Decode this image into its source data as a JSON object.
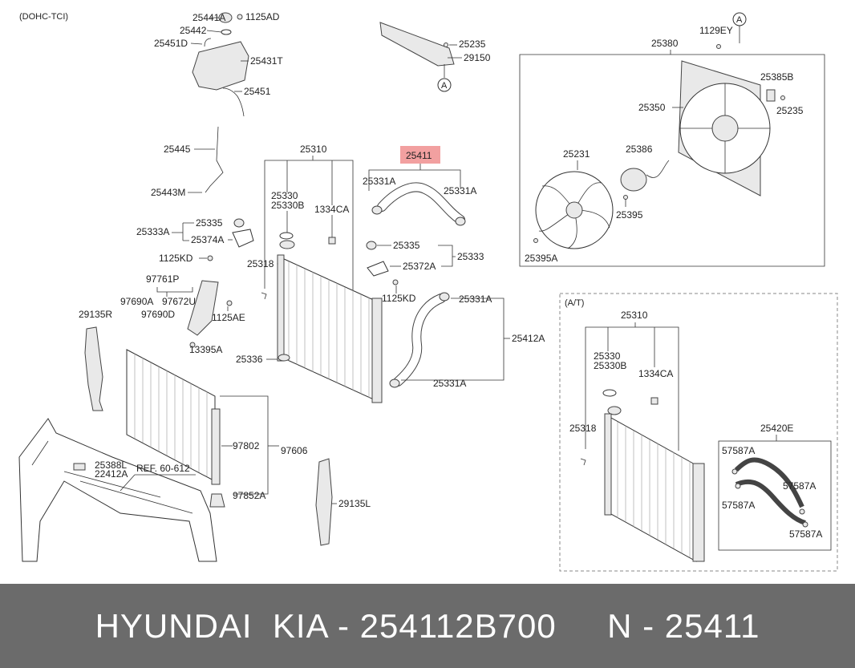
{
  "diagram": {
    "variant_label": "(DOHC-TCI)",
    "highlight_color": "#f2a0a0",
    "labels": {
      "l25441A": "25441A",
      "l1125AD": "1125AD",
      "l25442": "25442",
      "l25451D": "25451D",
      "l25431T": "25431T",
      "l25451": "25451",
      "l25445": "25445",
      "l25443M": "25443M",
      "l25310": "25310",
      "l25330": "25330",
      "l25330B": "25330B",
      "l1334CA": "1334CA",
      "l25335a": "25335",
      "l25333A": "25333A",
      "l25374A": "25374A",
      "l1125KDa": "1125KD",
      "l25318": "25318",
      "l97761P": "97761P",
      "l97690A": "97690A",
      "l97672U": "97672U",
      "l97690D": "97690D",
      "l1125AE": "1125AE",
      "l29135R": "29135R",
      "l13395A": "13395A",
      "l25336": "25336",
      "l97802": "97802",
      "l97606": "97606",
      "l25388L": "25388L",
      "l22412A": "22412A",
      "lREF": "REF. 60-612",
      "l97852A": "97852A",
      "l29135L": "29135L",
      "l25235a": "25235",
      "l29150": "29150",
      "lA1": "A",
      "l25411": "25411",
      "l25331Aa": "25331A",
      "l25331Ab": "25331A",
      "l25335b": "25335",
      "l25333": "25333",
      "l25372A": "25372A",
      "l1125KDb": "1125KD",
      "l25331Ac": "25331A",
      "l25412A": "25412A",
      "l25331Ad": "25331A",
      "lA2": "A",
      "l1129EY": "1129EY",
      "l25380": "25380",
      "l25385B": "25385B",
      "l25350": "25350",
      "l25235b": "25235",
      "l25231": "25231",
      "l25386": "25386",
      "l25395": "25395",
      "l25395A": "25395A",
      "lAT": "(A/T)",
      "l25310b": "25310",
      "l25330b": "25330",
      "l25330Bb": "25330B",
      "l1334CAb": "1334CA",
      "l25318b": "25318",
      "l25420E": "25420E",
      "l57587Aa": "57587A",
      "l57587Ab": "57587A",
      "l57587Ac": "57587A",
      "l57587Ad": "57587A"
    }
  },
  "footer": {
    "text": "HYUNDAI  KIA - 254112B700     N - 25411"
  }
}
